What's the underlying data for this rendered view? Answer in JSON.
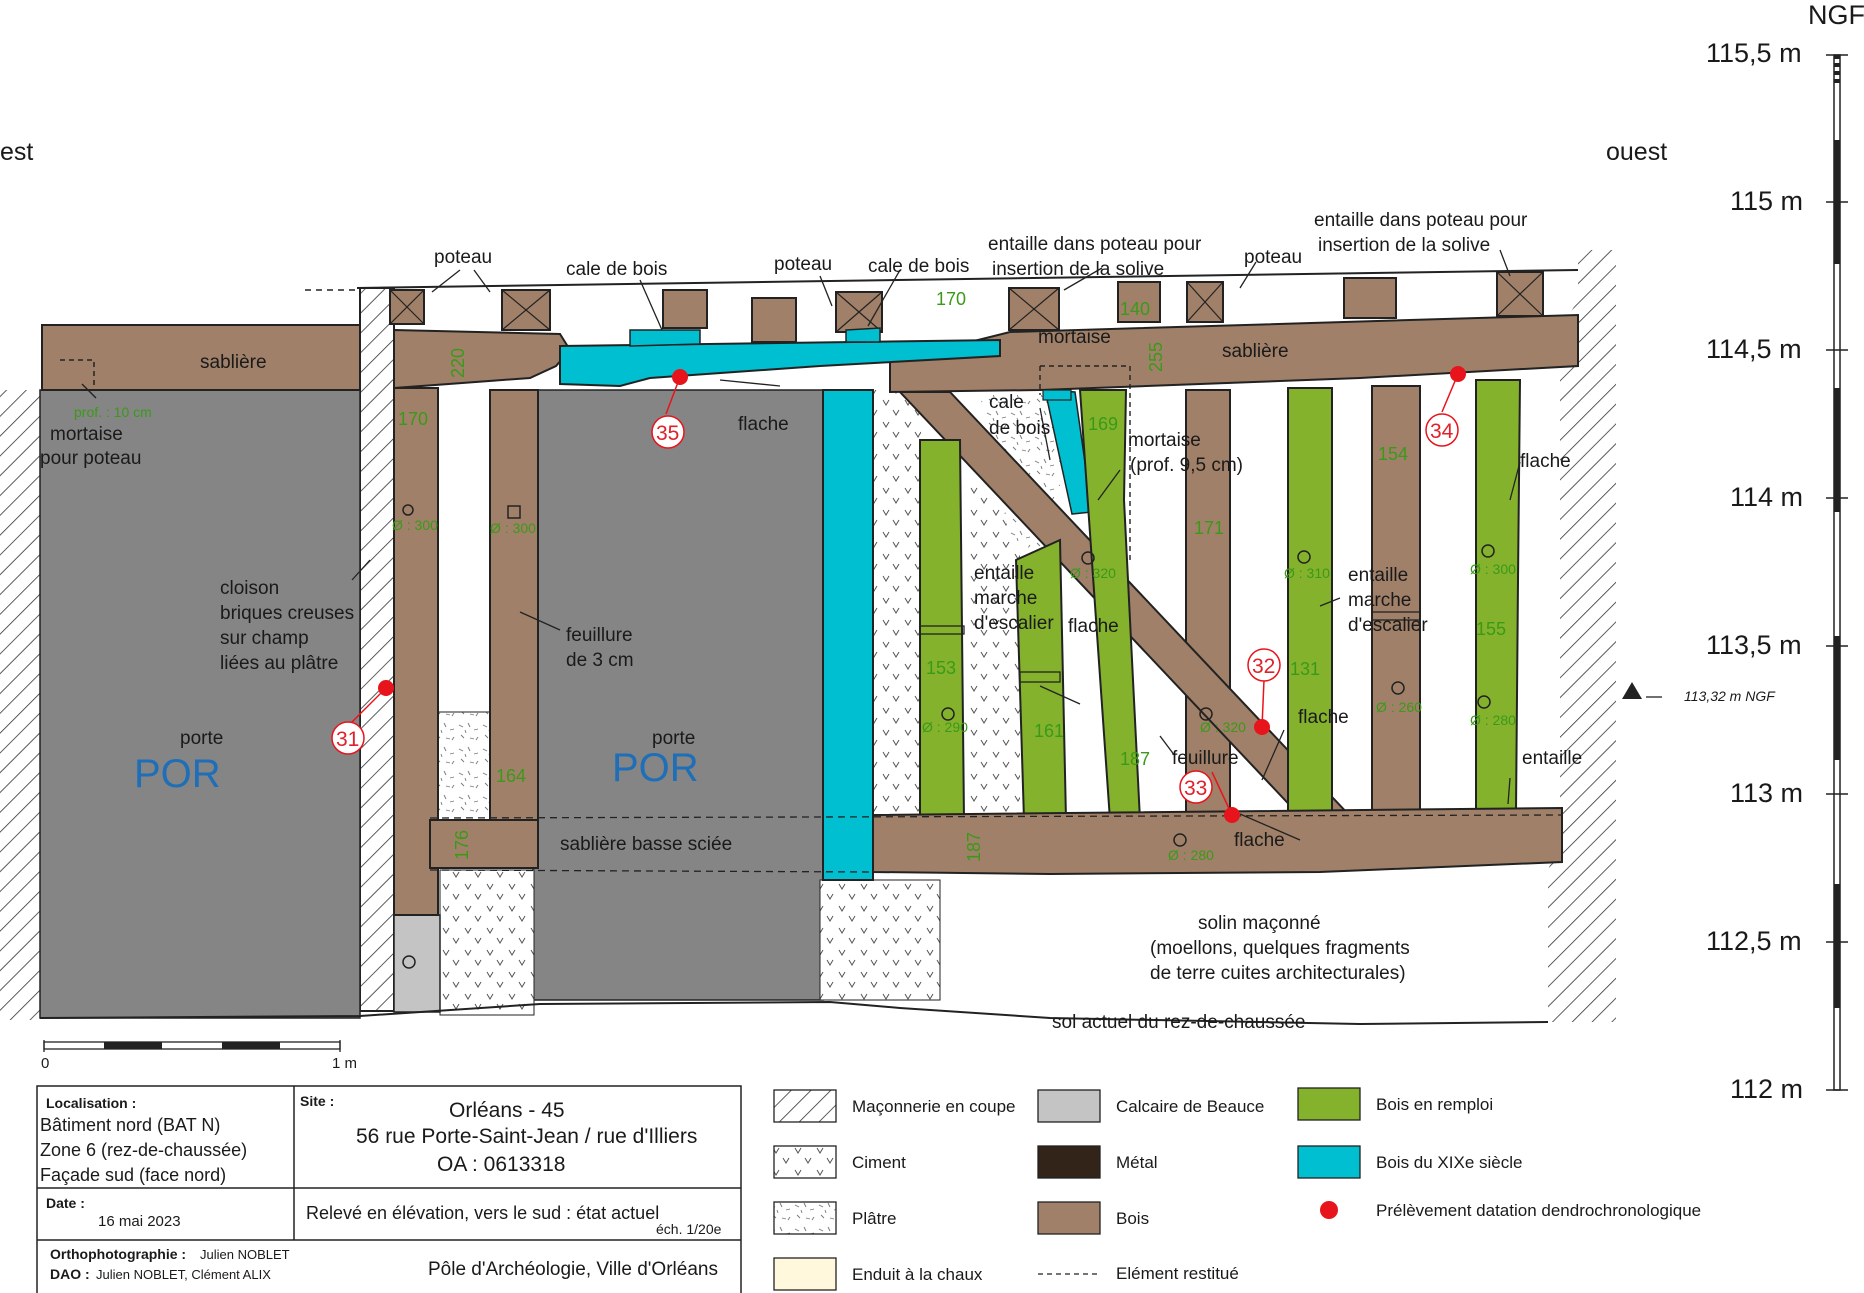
{
  "orientation": {
    "east": "est",
    "west": "ouest"
  },
  "scale": {
    "title": "NGF",
    "levels": [
      "115,5 m",
      "115 m",
      "114,5 m",
      "114 m",
      "113,5 m",
      "113 m",
      "112,5 m",
      "112 m"
    ],
    "marker": "113,32 m NGF"
  },
  "scalebar": {
    "start": "0",
    "end": "1 m"
  },
  "labels": {
    "sabliere_left": "sablière",
    "sabliere_right": "sablière",
    "poteau_1": "poteau",
    "poteau_2": "poteau",
    "poteau_3": "poteau",
    "cale_bois_1": "cale de bois",
    "cale_bois_2": "cale de bois",
    "cale_bois_3a": "cale",
    "cale_bois_3b": "de bois",
    "entaille_poteau_1a": "entaille dans poteau pour",
    "entaille_poteau_1b": "insertion de la solive",
    "entaille_poteau_2a": "entaille dans poteau pour",
    "entaille_poteau_2b": "insertion de la solive",
    "mortaise_top": "mortaise",
    "mortaise_right_a": "mortaise",
    "mortaise_right_b": "(prof. 9,5 cm)",
    "prof_10": "prof. : 10 cm",
    "mortaise_poteau_a": "mortaise",
    "mortaise_poteau_b": "pour poteau",
    "flache_1": "flache",
    "flache_2": "flache",
    "flache_3": "flache",
    "flache_4": "flache",
    "flache_5": "flache",
    "cloison_a": "cloison",
    "cloison_b": "briques creuses",
    "cloison_c": "sur champ",
    "cloison_d": "liées au plâtre",
    "feuillure_a": "feuillure",
    "feuillure_b": "de 3 cm",
    "feuillure_2": "feuillure",
    "porte_1": "porte",
    "porte_2": "porte",
    "por_1": "POR",
    "por_2": "POR",
    "sabliere_basse": "sablière basse sciée",
    "entaille_marche_1a": "entaille",
    "entaille_marche_1b": "marche",
    "entaille_marche_1c": "d'escalier",
    "entaille_marche_2a": "entaille",
    "entaille_marche_2b": "marche",
    "entaille_marche_2c": "d'escalier",
    "entaille": "entaille",
    "solin_a": "solin maçonné",
    "solin_b": "(moellons, quelques fragments",
    "solin_c": "de terre cuites architecturales)",
    "sol_actuel": "sol actuel du rez-de-chaussée"
  },
  "timber_numbers": [
    "220",
    "170",
    "170",
    "164",
    "176",
    "140",
    "255",
    "169",
    "171",
    "154",
    "153",
    "161",
    "187",
    "187",
    "131",
    "155"
  ],
  "diameters": [
    "Ø : 300",
    "Ø : 300",
    "Ø : 320",
    "Ø : 310",
    "Ø : 300",
    "Ø : 290",
    "Ø : 320",
    "Ø : 260",
    "Ø : 280",
    "Ø : 280"
  ],
  "samples": [
    "31",
    "32",
    "33",
    "34",
    "35"
  ],
  "cartouche": {
    "localisation_label": "Localisation :",
    "localisation_lines": [
      "Bâtiment nord (BAT N)",
      "Zone 6 (rez-de-chaussée)",
      "Façade sud (face nord)"
    ],
    "date_label": "Date :",
    "date": "16 mai 2023",
    "site_label": "Site :",
    "site_lines": [
      "Orléans - 45",
      "56 rue Porte-Saint-Jean / rue d'Illiers",
      "OA : 0613318"
    ],
    "releve": "Relevé en élévation, vers le sud : état actuel",
    "echelle": "éch. 1/20e",
    "ortho_label": "Orthophotographie :",
    "ortho": "Julien NOBLET",
    "dao_label": "DAO :",
    "dao": "Julien NOBLET, Clément ALIX",
    "pole": "Pôle d'Archéologie, Ville d'Orléans"
  },
  "legend": [
    {
      "label": "Maçonnerie en coupe",
      "pattern": "hatch"
    },
    {
      "label": "Ciment",
      "pattern": "ciment"
    },
    {
      "label": "Plâtre",
      "pattern": "platre"
    },
    {
      "label": "Enduit à la chaux",
      "color": "#fff8dc"
    },
    {
      "label": "Calcaire de Beauce",
      "color": "#c4c4c4"
    },
    {
      "label": "Métal",
      "color": "#33241a"
    },
    {
      "label": "Bois",
      "color": "#a08068"
    },
    {
      "label": "Elément restitué",
      "pattern": "dashed"
    },
    {
      "label": "Bois en remploi",
      "color": "#84b22c"
    },
    {
      "label": "Bois du XIXe  siècle",
      "color": "#00bfd0"
    },
    {
      "label": "Prélèvement datation dendrochronologique",
      "color": "#e8141c"
    }
  ],
  "colors": {
    "wood": "#a08068",
    "reused_wood": "#84b22c",
    "wood_19c": "#00bfd0",
    "door": "#858585",
    "limestone": "#c4c4c4",
    "sample": "#e8141c",
    "label_green": "#3a9a18",
    "por_blue": "#1e6fb8"
  }
}
